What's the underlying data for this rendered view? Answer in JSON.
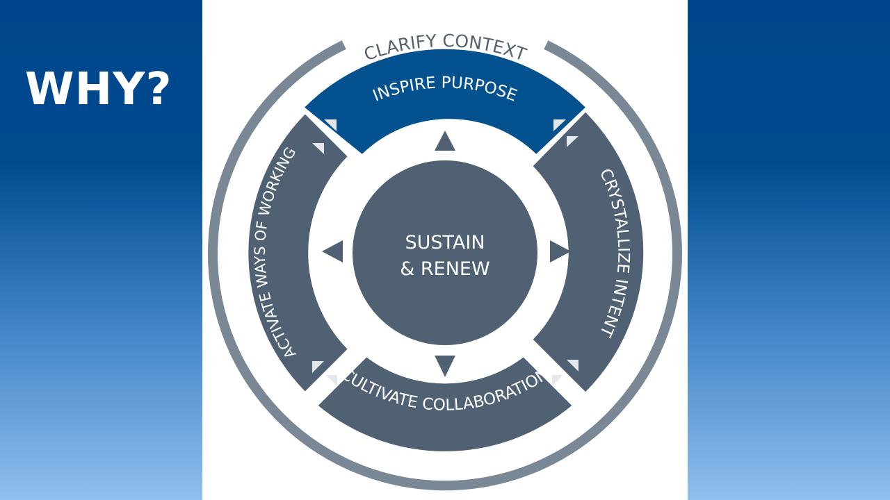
{
  "slide": {
    "heading": "WHY?"
  },
  "diagram": {
    "outer_label": "CLARIFY CONTEXT",
    "center_label_line1": "SUSTAIN",
    "center_label_line2": "& RENEW",
    "segments": [
      {
        "key": "top",
        "label": "INSPIRE PURPOSE"
      },
      {
        "key": "right",
        "label": "CRYSTALLIZE INTENT"
      },
      {
        "key": "bottom",
        "label": "CULTIVATE COLLABORATION"
      },
      {
        "key": "left",
        "label": "ACTIVATE WAYS OF WORKING"
      }
    ],
    "colors": {
      "outer_ring": "#7a8794",
      "segment": "#4f6172",
      "highlight_segment": "#03528f",
      "center": "#4f6172",
      "arrow": "#4f6172",
      "background": "#ffffff"
    }
  }
}
